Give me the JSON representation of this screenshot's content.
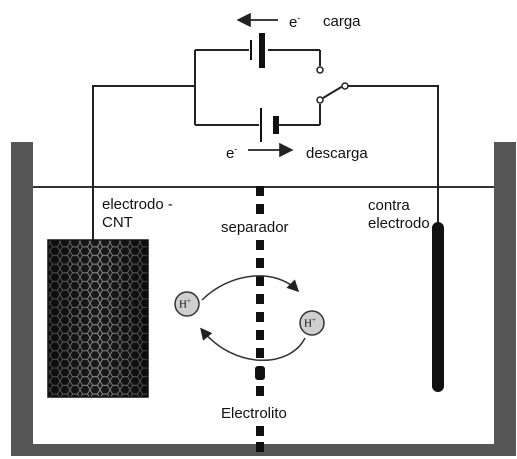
{
  "labels": {
    "electron_top": "e",
    "electron_bottom": "e",
    "electron_charge_sign": "-",
    "charge": "carga",
    "discharge": "descarga",
    "cnt_electrode_line1": "electrodo -",
    "cnt_electrode_line2": "CNT",
    "separator": "separador",
    "counter_electrode_line1": "contra",
    "counter_electrode_line2": "electrodo",
    "electrolyte": "Electrolito",
    "ion": "H",
    "ion_charge": "+"
  }
}
